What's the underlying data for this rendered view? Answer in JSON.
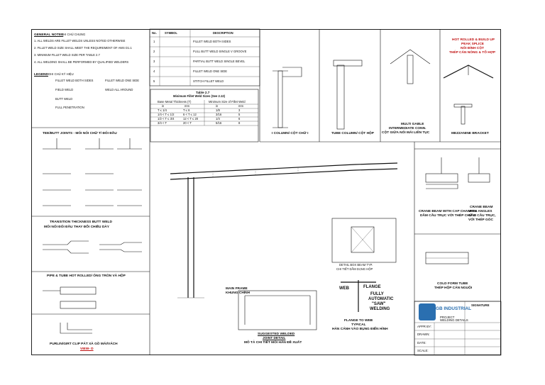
{
  "notes": {
    "general_title": "GENERAL NOTES",
    "general_title_vn": "GHI CHÚ CHUNG",
    "general_lines": [
      "1. ALL WELDS ARE FILLET WELDS UNLESS NOTED OTHERWISE",
      "2. FILLET WELD SIZE SHALL MEET THE REQUIREMENT OF AWS D1.1",
      "3. MINIMUM FILLET WELD SIZE PER TABLE 2.7",
      "4. ALL WELDING SHALL BE PERFORMED BY QUALIFIED WELDERS"
    ],
    "legend_title": "LEGEND",
    "legend_title_vn": "GHI CHÚ KÝ HIỆU",
    "legend_items": [
      "FILLET WELD BOTH SIDES",
      "FILLET WELD ONE SIDE",
      "FIELD WELD",
      "WELD ALL AROUND",
      "BUTT WELD",
      "FULL PENETRATION"
    ]
  },
  "symbols_table": {
    "headers": [
      "No.",
      "SYMBOL",
      "DESCRIPTION"
    ],
    "rows": [
      {
        "no": "1",
        "desc": "FILLET WELD BOTH SIDES"
      },
      {
        "no": "2",
        "desc": "FULL BUTT WELD SINGLE V GROOVE"
      },
      {
        "no": "3",
        "desc": "PARTIAL BUTT WELD SINGLE BEVEL"
      },
      {
        "no": "4",
        "desc": "FILLET WELD ONE SIDE"
      },
      {
        "no": "5",
        "desc": "STITCH FILLET WELD"
      }
    ]
  },
  "table27": {
    "title": "Table 2.7",
    "subtitle": "Minimum Fillet Weld Sizes (See 2.13)",
    "col1": "Base Metal Thickness (T)",
    "col2": "Minimum Size of Fillet Weld",
    "unit_row": [
      "in",
      "mm",
      "in",
      "mm"
    ],
    "rows": [
      [
        "T ≤ 1/4",
        "T ≤ 6",
        "1/8",
        "3"
      ],
      [
        "1/4 < T ≤ 1/2",
        "6 < T ≤ 12",
        "3/16",
        "5"
      ],
      [
        "1/2 < T ≤ 3/4",
        "12 < T ≤ 20",
        "1/4",
        "6"
      ],
      [
        "3/4 < T",
        "20 < T",
        "5/16",
        "8"
      ]
    ]
  },
  "titles": {
    "tee_butt": "TEE/BUTT JOINTS - MỐI NỐI CHỮ T/ ĐỐI ĐẦU",
    "transition": "TRANSITION THICKNESS BUTT WELD",
    "transition_vn": "MỐI NỐI ĐỐI ĐẦU THAY ĐỔI CHIỀU DÀY",
    "pipe_tube": "PIPE & TUBE HOT ROLLED/ ỐNG TRÒN VÀ HỘP",
    "purlin": "PURLIN/GIRT CLIP  PÁT XÀ GỒ MÁI/VÁCH",
    "view": "VIEW- D",
    "i_column": "I COLUMN/ CỘT CHỮ I",
    "tube_column": "TUBE COLUMN/ CỘT HỘP",
    "multi_gable": "MULTI GABLE",
    "multi_gable2": "INTERMEDIATE CONN.",
    "multi_gable_vn": "CỘT GIỮA NỐI MÁI LIÊN TỤC",
    "hot_rolled": "HOT ROLLED & BUILD UP",
    "hot_rolled2": "PEAK SPLICE",
    "hot_rolled_vn": "NỐI ĐỈNH CỘT",
    "hot_rolled_vn2": "THÉP CÁN NÓNG & TỔ HỢP",
    "mezzanine": "MEZZANINE BRACKET",
    "crane_cap": "CRANE BEAM WITH CAP CHANNEL",
    "crane_cap_vn": "DẦM CẦU TRỤC VỚI THÉP CHỮ C",
    "crane_angle": "CRANE BEAM",
    "crane_angle2": "WITH ANGLES",
    "crane_angle_vn": "DẦM CẦU TRỤC,",
    "crane_angle_vn2": "VỚI THÉP GÓC",
    "main_frame": "MAIN FRAME",
    "main_frame_vn": "KHUNG CHÍNH",
    "suggested": "SUGGESTED WELDED",
    "suggested2": "JOINT DETAIL",
    "suggested_vn": "MÔ TẢ CHI TIẾT MỐI HÀN ĐỀ XUẤT",
    "flange_web": "FLANGE TO WEB",
    "flange_web2": "TYPICAL",
    "flange_web_vn": "HÀN CÁNH VÀO BỤNG ĐIỂN HÌNH",
    "cold_form": "COLD FORM TUBE",
    "cold_form_vn": "THÉP HỘP CÁN NGUỘI",
    "fully_auto": "FULLY",
    "fully_auto2": "AUTOMATIC",
    "fully_auto3": "\"SAW\"",
    "fully_auto4": "WELDING",
    "flange_lbl": "FLANGE",
    "web_lbl": "WEB",
    "detail_box": "DETAIL BOX BEAM TYP.",
    "detail_box_vn": "CHI TIẾT DẦM DẠNG HỘP"
  },
  "title_block": {
    "company": "GB INDUSTRIAL",
    "project_label": "PROJECT",
    "drawing_title": "WELDING DETAILS",
    "signature": "SIGNATURE",
    "approved": "APPR BY:",
    "drawn": "DRAWN:",
    "date": "DATE:",
    "scale": "SCALE:"
  }
}
